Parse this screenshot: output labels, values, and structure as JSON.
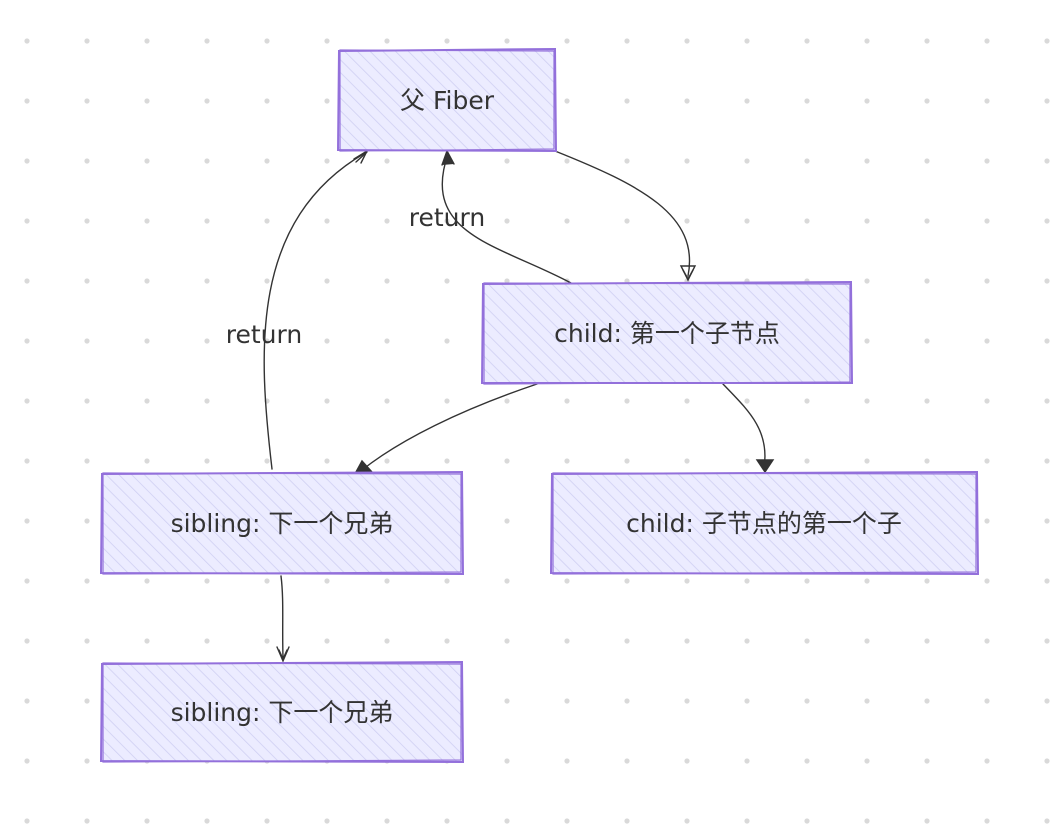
{
  "nodes": {
    "parent": {
      "label": "父 Fiber"
    },
    "child": {
      "label": "child: 第一个子节点"
    },
    "sibling1": {
      "label": "sibling: 下一个兄弟"
    },
    "grandchild": {
      "label": "child: 子节点的第一个子"
    },
    "sibling2": {
      "label": "sibling: 下一个兄弟"
    }
  },
  "edges": {
    "child_return": {
      "label": "return"
    },
    "sibling_return": {
      "label": "return"
    }
  },
  "colors": {
    "node_fill": "#ececff",
    "node_stroke": "#9370db",
    "hatch": "#c9c9f0",
    "edge": "#333333",
    "dot": "#d9d9d9"
  }
}
